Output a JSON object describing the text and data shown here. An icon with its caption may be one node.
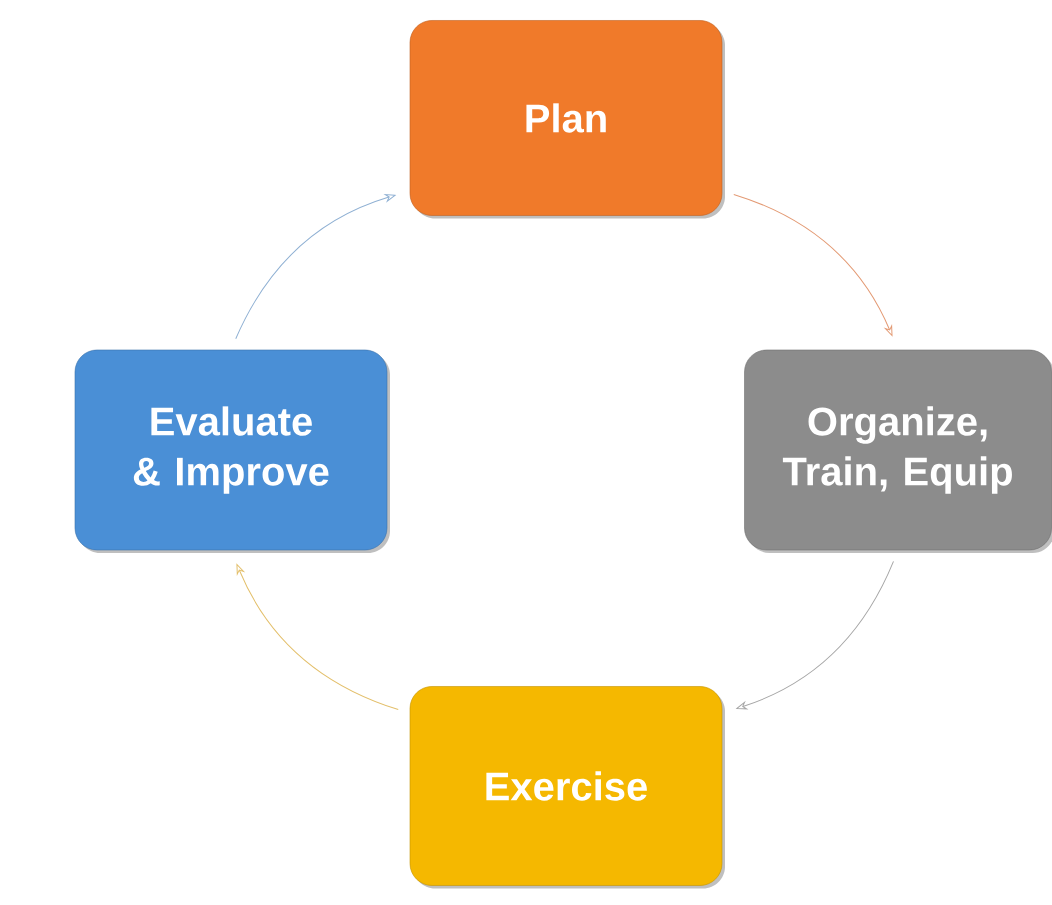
{
  "diagram": {
    "nodes": [
      {
        "text": [
          "Plan"
        ]
      },
      {
        "text": [
          "Organize, Train, Equip"
        ]
      },
      {
        "text": [
          "Exercise"
        ]
      },
      {
        "text": [
          "Evaluate & Improve"
        ]
      }
    ],
    "edges": [
      {
        "from": 0,
        "to": 1,
        "arrow": "to",
        "color": "#e39a74"
      },
      {
        "from": 1,
        "to": 2,
        "arrow": "to",
        "color": "#a6a6a6"
      },
      {
        "from": 2,
        "to": 3,
        "arrow": "to",
        "color": "#e3bf6a"
      },
      {
        "from": 3,
        "to": 0,
        "arrow": "to",
        "color": "#8fb0d3"
      }
    ]
  }
}
